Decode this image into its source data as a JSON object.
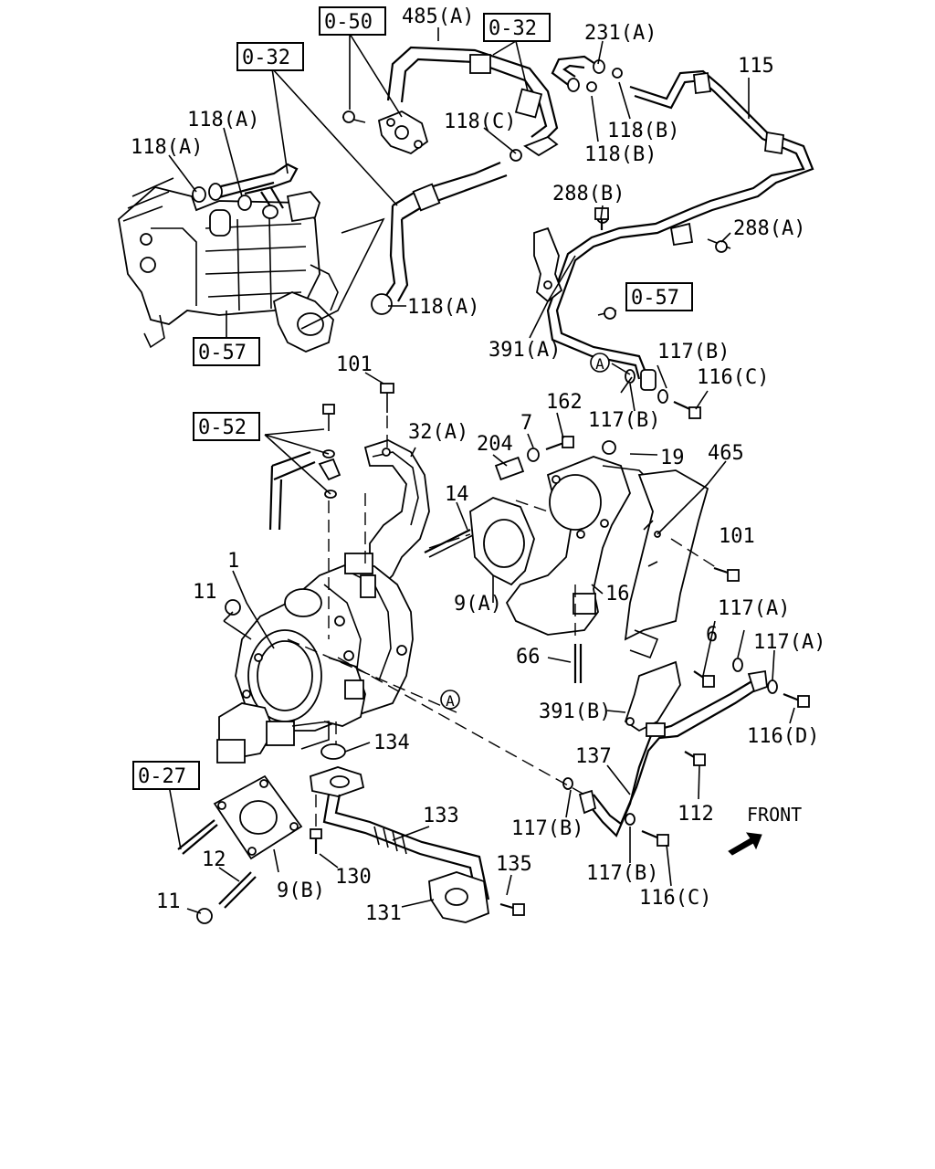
{
  "diagram": {
    "ref_boxes": [
      "0-50",
      "0-32",
      "0-32",
      "0-57",
      "0-57",
      "0-52",
      "0-27"
    ],
    "callouts": [
      "485(A)",
      "231(A)",
      "115",
      "118(A)",
      "118(A)",
      "118(C)",
      "118(B)",
      "118(B)",
      "118(A)",
      "288(B)",
      "288(A)",
      "391(A)",
      "117(B)",
      "116(C)",
      "117(B)",
      "101",
      "162",
      "7",
      "32(A)",
      "204",
      "19",
      "465",
      "14",
      "101",
      "1",
      "11",
      "9(A)",
      "16",
      "117(A)",
      "6",
      "117(A)",
      "66",
      "391(B)",
      "116(D)",
      "134",
      "137",
      "112",
      "133",
      "117(B)",
      "117(B)",
      "116(C)",
      "12",
      "130",
      "9(B)",
      "135",
      "11",
      "131"
    ],
    "markers": [
      "A",
      "A"
    ],
    "front_label": "FRONT",
    "arrow_icon": "front-arrow-icon",
    "color": "#000000"
  }
}
